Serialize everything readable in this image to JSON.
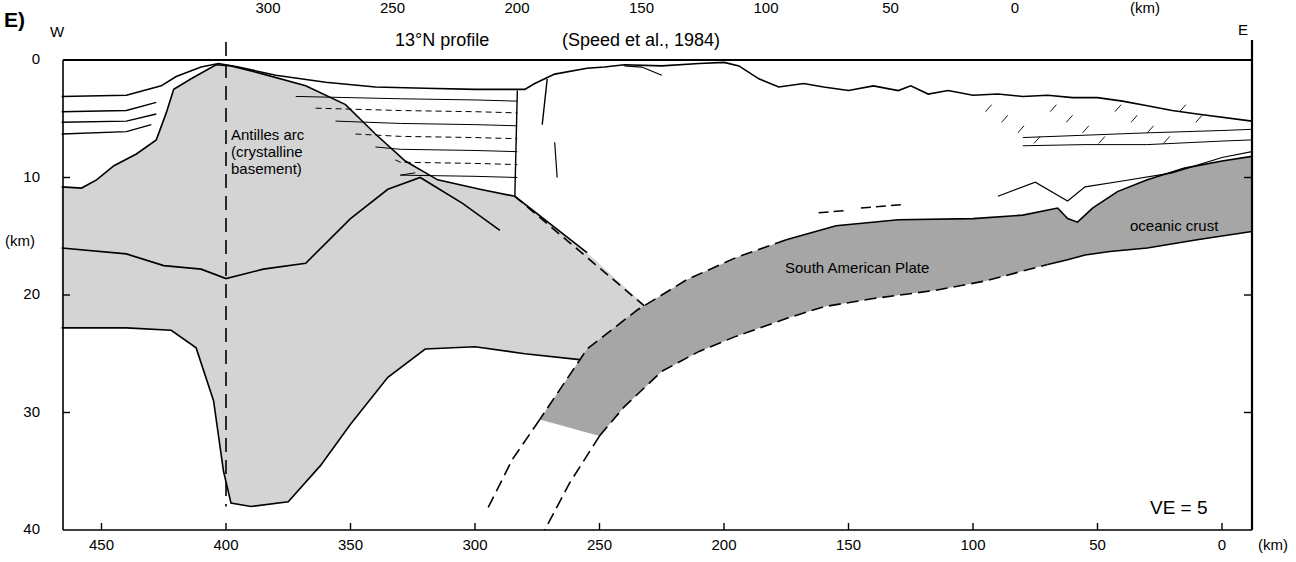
{
  "diagram": {
    "nodes": [
      {
        "text": [
          "Antilles arc (crystalline basement)"
        ]
      },
      {
        "text": [
          "South American Plate",
          "oceanic crust"
        ]
      }
    ],
    "labels": [
      "E)",
      "W",
      "E",
      "13°N profile",
      "(Speed et al., 1984)",
      "300",
      "250",
      "200",
      "150",
      "100",
      "50",
      "0",
      "(km)",
      "0",
      "10",
      "(km)",
      "20",
      "30",
      "40",
      "450",
      "400",
      "350",
      "300",
      "250",
      "200",
      "150",
      "100",
      "50",
      "0",
      "(km)",
      "VE = 5"
    ]
  }
}
